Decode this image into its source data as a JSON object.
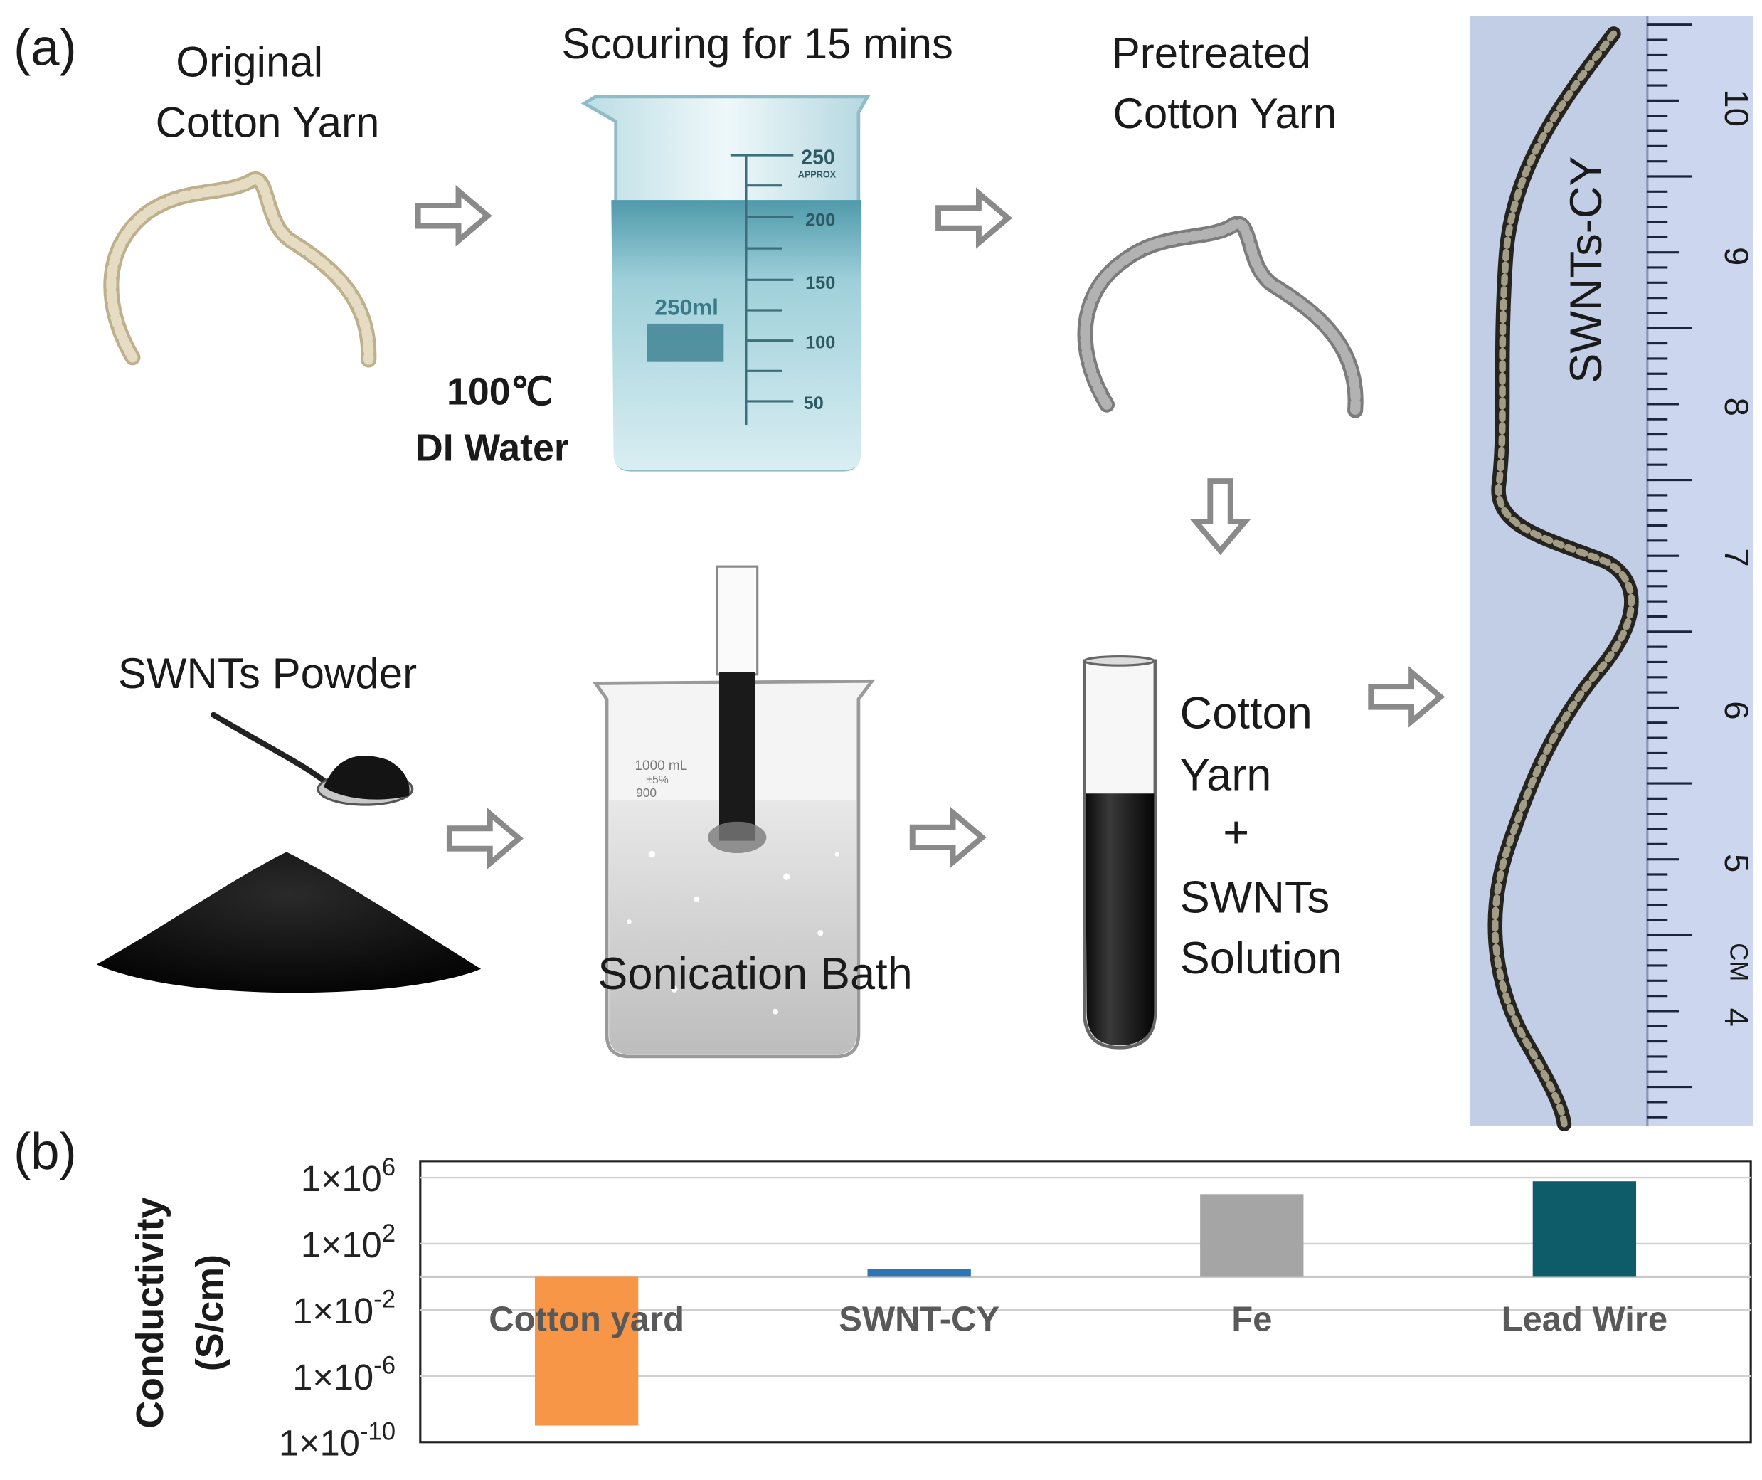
{
  "panel_a": {
    "label": "(a)",
    "original_title_line1": "Original",
    "original_title_line2": "Cotton Yarn",
    "scouring_title": "Scouring for 15 mins",
    "beaker_size_label": "250ml",
    "beaker_marks": [
      "250",
      "200",
      "150",
      "100",
      "50"
    ],
    "beaker_approx": "APPROX",
    "condition_line1": "100℃",
    "condition_line2": "DI Water",
    "pretreated_title_line1": "Pretreated",
    "pretreated_title_line2": "Cotton Yarn",
    "powder_title": "SWNTs Powder",
    "sonication_label": "Sonication Bath",
    "beaker2_marks": [
      "1000 mL",
      "±5%",
      "900"
    ],
    "tube_label_lines": [
      "Cotton",
      "Yarn",
      "+",
      "SWNTs",
      "Solution"
    ],
    "photo_label": "SWNTs-CY",
    "ruler_numbers": [
      "10",
      "9",
      "8",
      "7",
      "6",
      "5",
      "CM",
      "4"
    ]
  },
  "panel_b": {
    "label": "(b)",
    "ylabel_line1": "Conductivity",
    "ylabel_line2": "(S/cm)",
    "ytick_base": "1×10",
    "ytick_exponents": [
      "6",
      "2",
      "-2",
      "-6",
      "-10"
    ]
  },
  "chart_data": {
    "type": "bar",
    "yscale": "log",
    "ylim": [
      1e-10,
      10000000.0
    ],
    "baseline": 1,
    "grid": true,
    "legend": "none",
    "categories": [
      "Cotton yard",
      "SWNT-CY",
      "Fe",
      "Lead Wire"
    ],
    "values": [
      1e-09,
      3,
      100000.0,
      600000.0
    ],
    "colors": [
      "#f79646",
      "#2e75b6",
      "#a5a5a5",
      "#0e5b69"
    ]
  },
  "colors": {
    "arrow": "#8a8a8a",
    "yarn_original": "#d8ccb0",
    "yarn_pretreated": "#8f8f8f",
    "photo_bg": "#c2cde6",
    "water": "#5aa8b8"
  }
}
